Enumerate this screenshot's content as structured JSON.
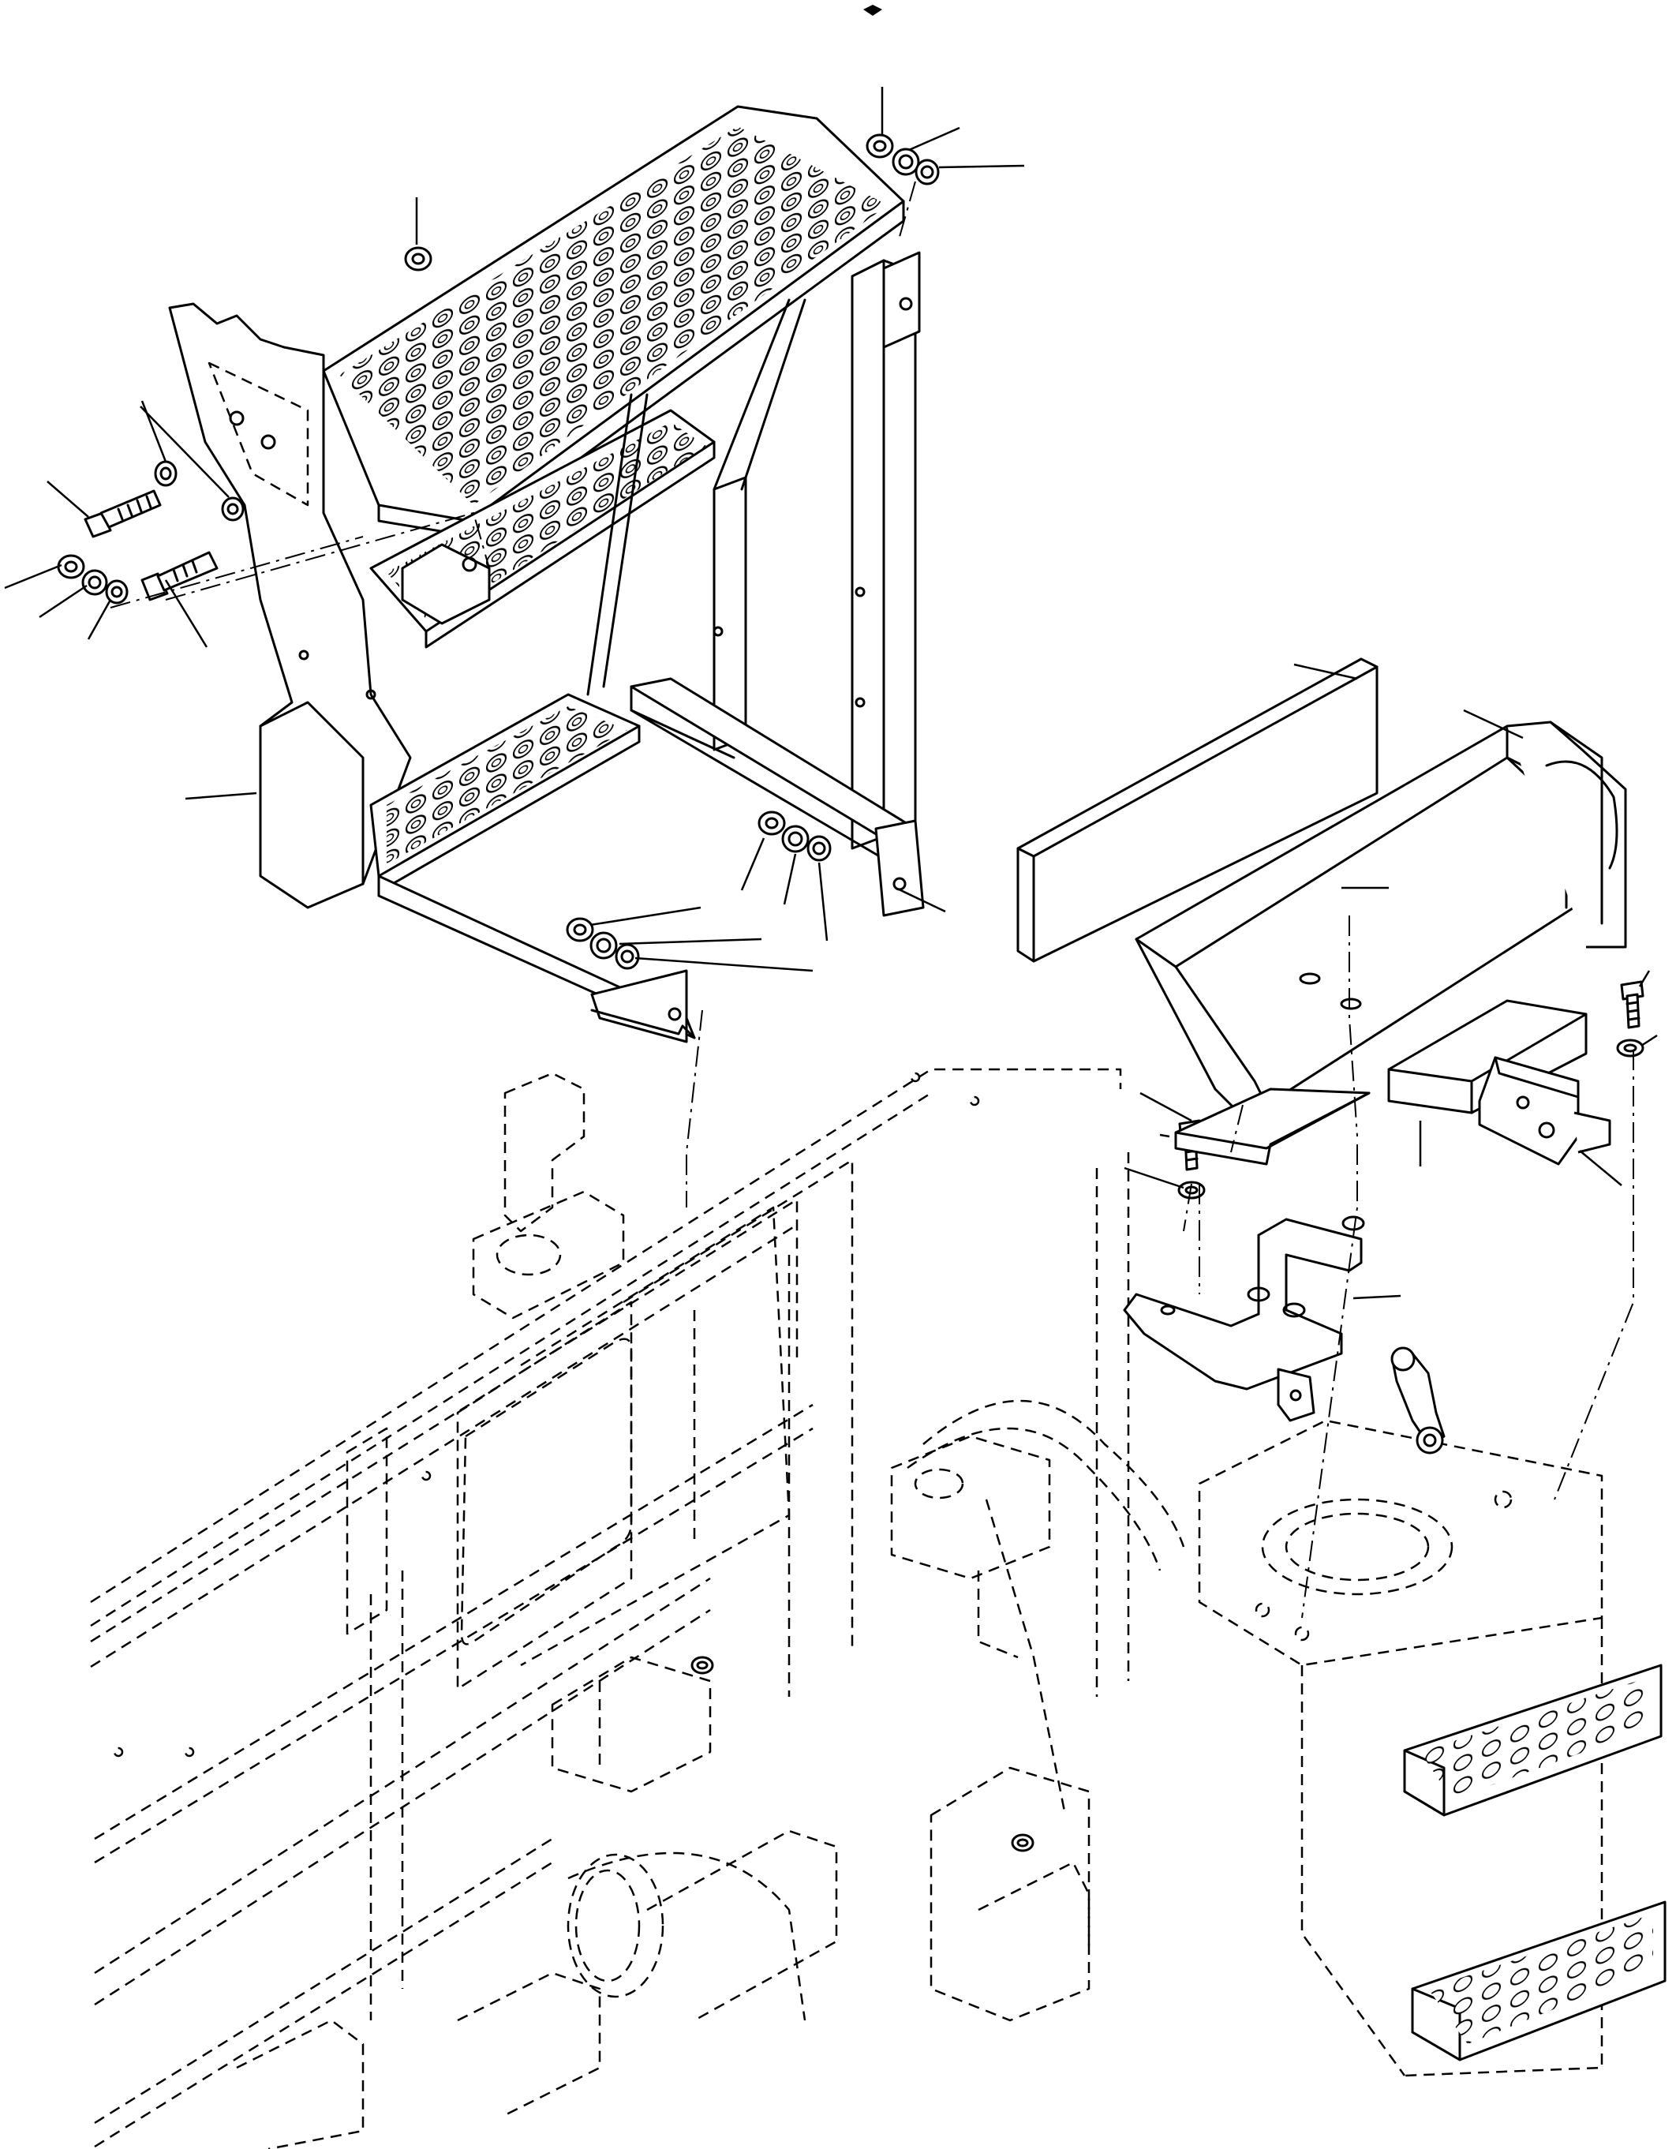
{
  "figure": {
    "description_colors": {
      "line": "#000000",
      "background": "#ffffff"
    },
    "parts": [
      {
        "id": "stair-assembly"
      },
      {
        "id": "support-frame"
      },
      {
        "id": "hardware-bolts"
      },
      {
        "id": "hardware-nuts-washers"
      },
      {
        "id": "step-cover-plate"
      },
      {
        "id": "step-tray"
      },
      {
        "id": "shim-plates"
      },
      {
        "id": "mounting-brackets"
      },
      {
        "id": "machine-frame-phantom"
      }
    ]
  }
}
